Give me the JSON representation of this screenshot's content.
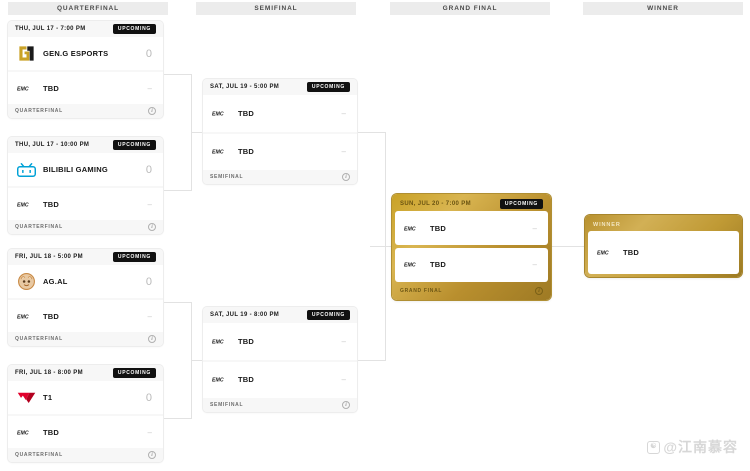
{
  "headers": [
    {
      "label": "QUARTERFINAL"
    },
    {
      "label": "SEMIFINAL"
    },
    {
      "label": "GRAND FINAL"
    },
    {
      "label": "WINNER"
    }
  ],
  "badges": {
    "upcoming": "UPCOMING",
    "winner": "WINNER"
  },
  "placeholder_team": "TBD",
  "placeholder_logo": "EMC",
  "score_dash": "–",
  "info_icon": "i",
  "colors": {
    "gold": "#c9a227",
    "gold_light": "#d9b551",
    "badge_bg": "#111111",
    "card_bg": "#f7f7f7",
    "row_bg": "#ffffff",
    "line": "#e2e2e2",
    "geng": "#c9a227",
    "bilibili": "#00a1d6",
    "agal": "#d58b4a",
    "t1": "#e2012d"
  },
  "quarterfinals": [
    {
      "date": "THU, JUL 17 - 7:00 PM",
      "status": "UPCOMING",
      "round": "QUARTERFINAL",
      "team_a": {
        "name": "GEN.G ESPORTS",
        "score": "0",
        "logo": "geng-logo"
      },
      "team_b": {
        "name": "TBD",
        "score": "–",
        "logo": "emc-placeholder-logo"
      }
    },
    {
      "date": "THU, JUL 17 - 10:00 PM",
      "status": "UPCOMING",
      "round": "QUARTERFINAL",
      "team_a": {
        "name": "BILIBILI GAMING",
        "score": "0",
        "logo": "bilibili-logo"
      },
      "team_b": {
        "name": "TBD",
        "score": "–",
        "logo": "emc-placeholder-logo"
      }
    },
    {
      "date": "FRI, JUL 18 - 5:00 PM",
      "status": "UPCOMING",
      "round": "QUARTERFINAL",
      "team_a": {
        "name": "AG.AL",
        "score": "0",
        "logo": "agal-logo"
      },
      "team_b": {
        "name": "TBD",
        "score": "–",
        "logo": "emc-placeholder-logo"
      }
    },
    {
      "date": "FRI, JUL 18 - 8:00 PM",
      "status": "UPCOMING",
      "round": "QUARTERFINAL",
      "team_a": {
        "name": "T1",
        "score": "0",
        "logo": "t1-logo"
      },
      "team_b": {
        "name": "TBD",
        "score": "–",
        "logo": "emc-placeholder-logo"
      }
    }
  ],
  "semifinals": [
    {
      "date": "SAT, JUL 19 - 5:00 PM",
      "status": "UPCOMING",
      "round": "SEMIFINAL",
      "team_a": {
        "name": "TBD",
        "score": "–",
        "logo": "emc-placeholder-logo"
      },
      "team_b": {
        "name": "TBD",
        "score": "–",
        "logo": "emc-placeholder-logo"
      }
    },
    {
      "date": "SAT, JUL 19 - 8:00 PM",
      "status": "UPCOMING",
      "round": "SEMIFINAL",
      "team_a": {
        "name": "TBD",
        "score": "–",
        "logo": "emc-placeholder-logo"
      },
      "team_b": {
        "name": "TBD",
        "score": "–",
        "logo": "emc-placeholder-logo"
      }
    }
  ],
  "grand_final": {
    "date": "SUN, JUL 20 - 7:00 PM",
    "status": "UPCOMING",
    "round": "GRAND FINAL",
    "team_a": {
      "name": "TBD",
      "score": "–",
      "logo": "emc-placeholder-logo"
    },
    "team_b": {
      "name": "TBD",
      "score": "–",
      "logo": "emc-placeholder-logo"
    }
  },
  "winner": {
    "label": "WINNER",
    "team": {
      "name": "TBD",
      "logo": "emc-placeholder-logo"
    }
  },
  "watermark": {
    "text": "@江南慕容"
  }
}
